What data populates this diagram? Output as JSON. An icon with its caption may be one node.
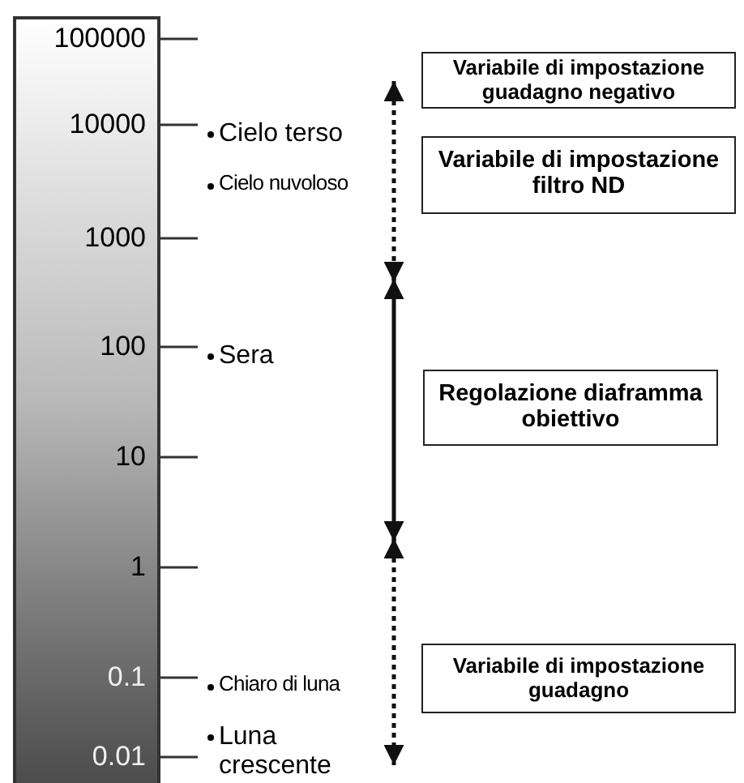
{
  "diagram": {
    "nodes": [
      {
        "text": [
          "Variabile di impostazione guadagno negativo"
        ]
      },
      {
        "text": [
          "Variabile di impostazione filtro ND"
        ]
      },
      {
        "text": [
          "Regolazione diaframma obiettivo"
        ]
      },
      {
        "text": [
          "Variabile di impostazione guadagno"
        ]
      }
    ],
    "labels": [
      "100000",
      "10000",
      "Cielo terso",
      "Cielo nuvoloso",
      "1000",
      "100",
      "Sera",
      "10",
      "1",
      "0.1",
      "Chiaro di luna",
      "0.01",
      "Luna crescente"
    ]
  }
}
